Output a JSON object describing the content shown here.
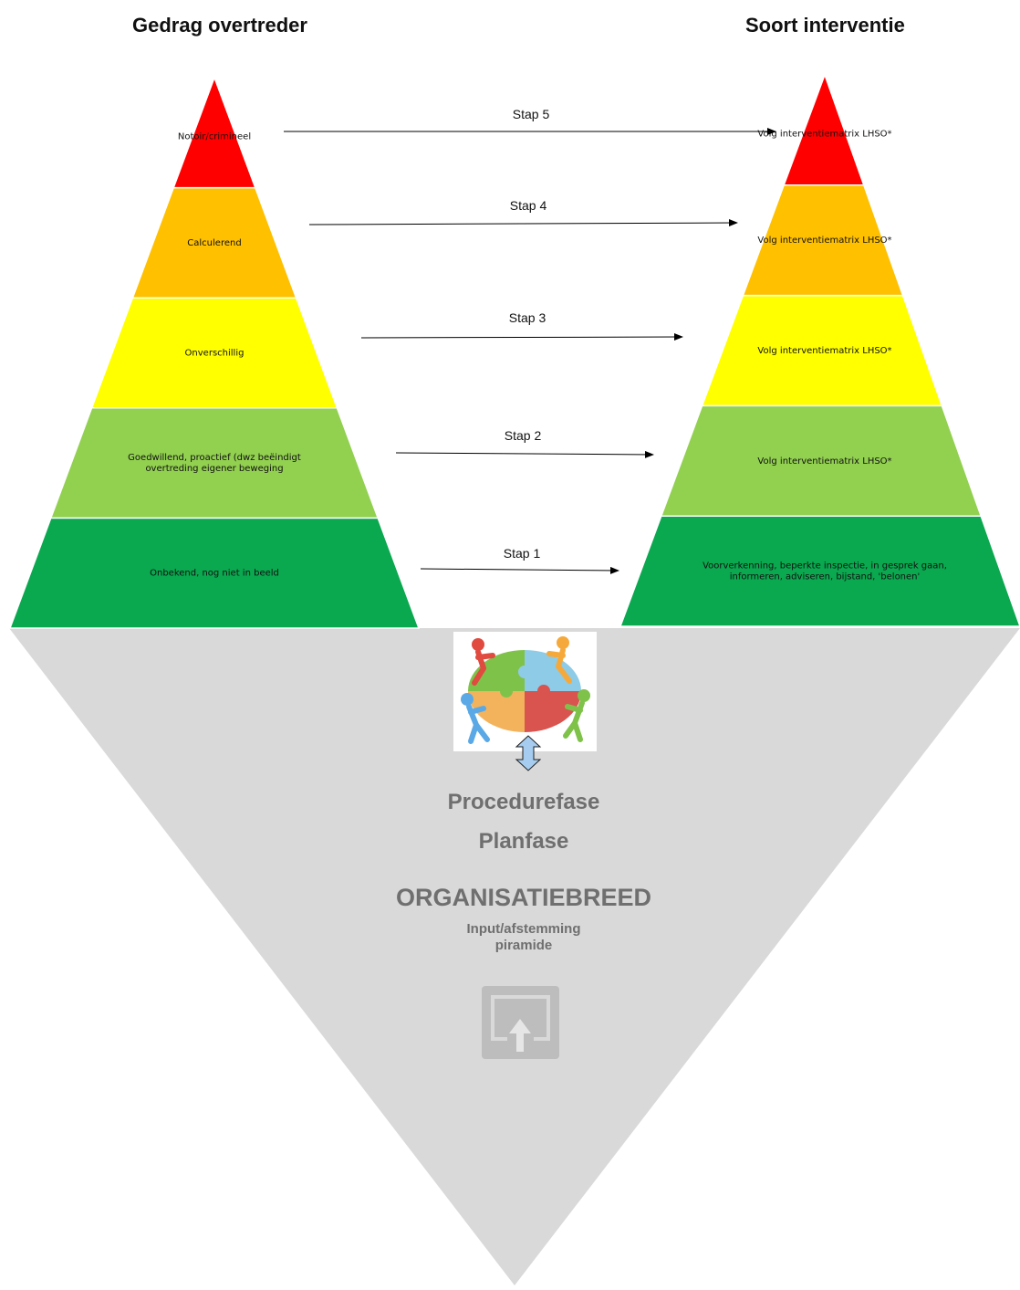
{
  "headers": {
    "left": "Gedrag overtreder",
    "right": "Soort interventie"
  },
  "left_pyramid": [
    {
      "label": "Onbekend, nog niet in beeld",
      "color": "#0aa84f"
    },
    {
      "label": "Goedwillend, proactief (dwz beëindigt overtreding eigener beweging",
      "color": "#92d050"
    },
    {
      "label": "Onverschillig",
      "color": "#ffff00"
    },
    {
      "label": "Calculerend",
      "color": "#ffc000"
    },
    {
      "label": "Notoir/crimineel",
      "color": "#ff0000"
    }
  ],
  "right_pyramid": [
    {
      "label": "Voorverkenning, beperkte inspectie, in gesprek gaan, informeren, adviseren, bijstand, 'belonen'",
      "color": "#0aa84f"
    },
    {
      "label": "Volg interventiematrix LHSO*",
      "color": "#92d050"
    },
    {
      "label": "Volg interventiematrix LHSO*",
      "color": "#ffff00"
    },
    {
      "label": "Volg interventiematrix LHSO*",
      "color": "#ffc000"
    },
    {
      "label": "Volg interventiematrix LHSO*",
      "color": "#ff0000"
    }
  ],
  "steps": [
    "Stap 1",
    "Stap 2",
    "Stap 3",
    "Stap 4",
    "Stap 5"
  ],
  "bottom": {
    "procedure": "Procedurefase",
    "plan": "Planfase",
    "org": "ORGANISATIEBREED",
    "input_line1": "Input/afstemming",
    "input_line2": "piramide",
    "image_icon": "puzzle-people-icon",
    "upload_icon": "upload-icon",
    "triangle_color": "#d9d9d9"
  }
}
